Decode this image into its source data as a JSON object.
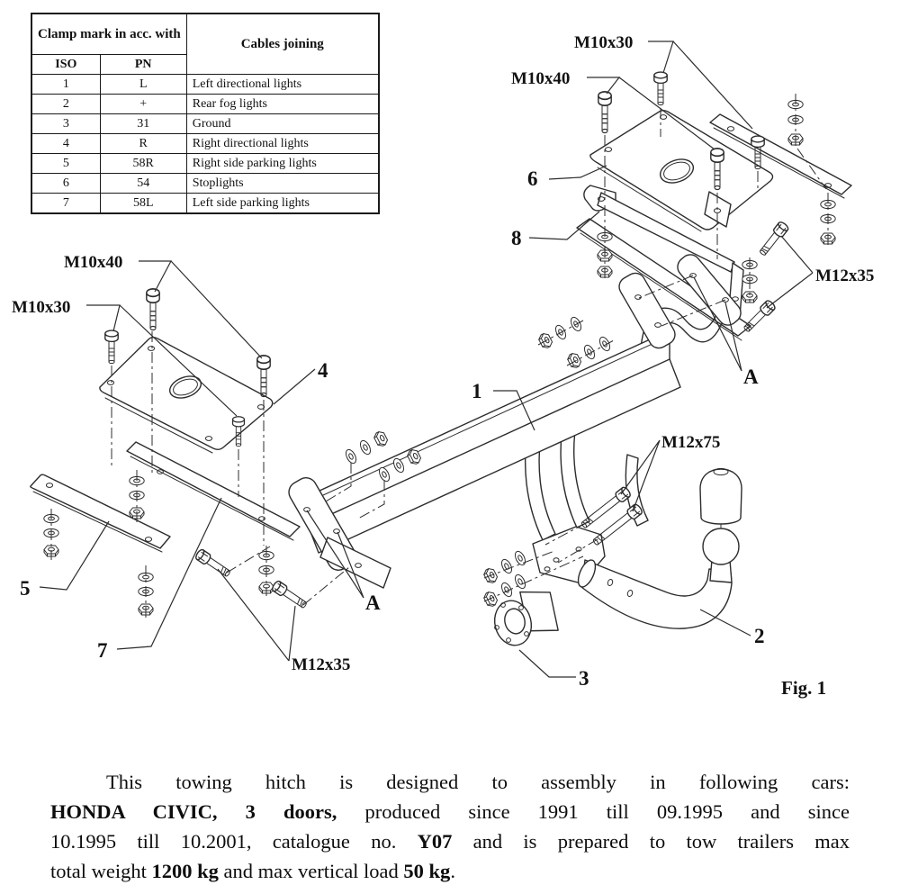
{
  "table": {
    "group_header": "Clamp mark in acc. with",
    "cables_header": "Cables joining",
    "iso_header": "ISO",
    "pn_header": "PN",
    "rows": [
      {
        "iso": "1",
        "pn": "L",
        "fn": "Left directional lights"
      },
      {
        "iso": "2",
        "pn": "+",
        "fn": "Rear fog lights"
      },
      {
        "iso": "3",
        "pn": "31",
        "fn": "Ground"
      },
      {
        "iso": "4",
        "pn": "R",
        "fn": "Right directional lights"
      },
      {
        "iso": "5",
        "pn": "58R",
        "fn": "Right side parking lights"
      },
      {
        "iso": "6",
        "pn": "54",
        "fn": "Stoplights"
      },
      {
        "iso": "7",
        "pn": "58L",
        "fn": "Left side parking lights"
      }
    ]
  },
  "diagram": {
    "labels": {
      "m10x30_top": "M10x30",
      "m10x40_top": "M10x40",
      "part6": "6",
      "part8": "8",
      "m12x35_right": "M12x35",
      "a_right": "A",
      "m10x40_left": "M10x40",
      "m10x30_left": "M10x30",
      "part4": "4",
      "part1": "1",
      "m12x75": "M12x75",
      "part5": "5",
      "part7": "7",
      "a_bottom": "A",
      "m12x35_bottom": "M12x35",
      "part2": "2",
      "part3": "3",
      "fig": "Fig. 1"
    }
  },
  "footer": {
    "line1": [
      {
        "t": "This towing hitch is designed to assembly in following cars:"
      }
    ],
    "line2": [
      {
        "b": "HONDA CIVIC, 3 doors,"
      },
      {
        "t": " produced since 1991 till 09.1995 and since"
      }
    ],
    "line3": [
      {
        "t": "10.1995 till 10.2001, catalogue no. "
      },
      {
        "b": "Y07"
      },
      {
        "t": " and is prepared to tow trailers max"
      }
    ],
    "line4": [
      {
        "t": "total weight "
      },
      {
        "b": "1200 kg"
      },
      {
        "t": " and max vertical load "
      },
      {
        "b": "50 kg"
      },
      {
        "t": "."
      }
    ]
  }
}
